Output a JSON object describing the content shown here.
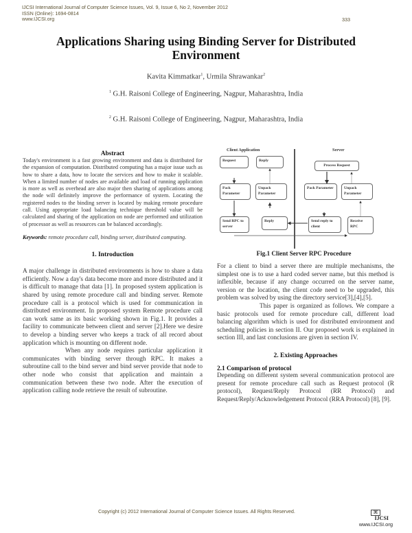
{
  "header": {
    "journal_line": "IJCSI International Journal of Computer Science Issues, Vol. 9, Issue 6, No 2, November 2012",
    "issn_line": "ISSN (Online): 1694-0814",
    "website": "www.IJCSI.org",
    "page_number": "333"
  },
  "paper": {
    "title": "Applications Sharing using Binding Server for Distributed Environment",
    "authors": [
      {
        "name": "Kavita Kimmatkar",
        "sup": "1"
      },
      {
        "name": "Urmila Shrawankar",
        "sup": "2"
      }
    ],
    "author_separator": ", ",
    "affiliations": [
      {
        "sup": "1",
        "text": "G.H. Raisoni College of Engineering, Nagpur, Maharashtra, India"
      },
      {
        "sup": "2",
        "text": "G.H. Raisoni College of Engineering, Nagpur, Maharashtra, India"
      }
    ]
  },
  "abstract": {
    "heading": "Abstract",
    "text": "Today's environment is a fast growing environment and data is distributed for the expansion of computation. Distributed computing has a major issue such as how to share a data, how to locate the services and how to make it scalable. When a limited number of nodes are available and load of running application is more as well as overhead are also major then sharing of applications among the node will definitely improve the performance of system. Locating the registered nodes to the binding server is located by making remote procedure call. Using appropriate load balancing technique threshold value will be calculated and sharing of the application on  node are performed and utilization of processor as well as resources can be balanced accordingly."
  },
  "keywords": {
    "label": "Keywords:",
    "text": " remote procedure call, binding server, distributed computing."
  },
  "intro": {
    "heading": "1.    Introduction",
    "para1": "A major challenge in distributed environments is how to share a data efficiently. Now a day's data become more and more distributed and it is difficult to manage that data [1]. In proposed system application is shared by using remote procedure call and binding server. Remote procedure call is a protocol which is used for communication in distributed environment. In proposed system   Remote procedure call can work same as its basic working shown in Fig.1. It provides a facility to communicate between client and server [2].Here we desire to develop a binding server who keeps a track of all record about application which is mounting on different node.",
    "para2": "When any node requires particular application it communicates with binding server through RPC. It makes a subroutine call to the bind server and bind server provide that node to other node who consist that application and maintain a communication between these two node. After the execution of application calling node retrieve the result of subroutine."
  },
  "figure": {
    "caption": "Fig.1 Client Server RPC Procedure",
    "client_label": "Client Application",
    "server_label": "Server",
    "boxes": {
      "request": "Request",
      "reply_top": "Reply",
      "pack_client": "Pack Parameter",
      "unpack_client": "Unpack Parameter",
      "send_rpc": "Send RPC to server",
      "reply_bottom": "Reply",
      "process_request": "Process Request",
      "pack_server": "Pack Parameter",
      "unpack_server": "Unpack Parameter",
      "send_reply": "Send reply to client",
      "receive_rpc": "Receive RPC"
    }
  },
  "right_col": {
    "para1": "For a client to bind  a server there are multiple mechanisms, the simplest one is to use a hard coded server name, but this method is inflexible, because if any change occurred on the server name, version or the location, the client code need to be upgraded, this problem was solved by using the directory service[3],[4],[5].",
    "para2": "This paper is organized as follows. We compare a basic protocols used for remote procedure call, different load balancing algorithm which is used for distributed environment and scheduling policies in section II. Our proposed work is explained in section III, and last conclusions are given in section IV.",
    "section2_heading": "2.    Existing Approaches",
    "sub21_heading": "2.1  Comparison of protocol",
    "sub21_text": "Depending on different system several communication protocol are present for remote procedure call such as Request protocol (R protocol), Request/Reply Protocol (RR Protocol) and Request/Reply/Acknowledgement Protocol (RRA Protocol) [8], [9]."
  },
  "footer": {
    "copyright": "Copyright (c) 2012 International Journal of Computer Science Issues. All Rights Reserved.",
    "logo_name": "IJCSI",
    "logo_url": "www.IJCSI.org"
  }
}
